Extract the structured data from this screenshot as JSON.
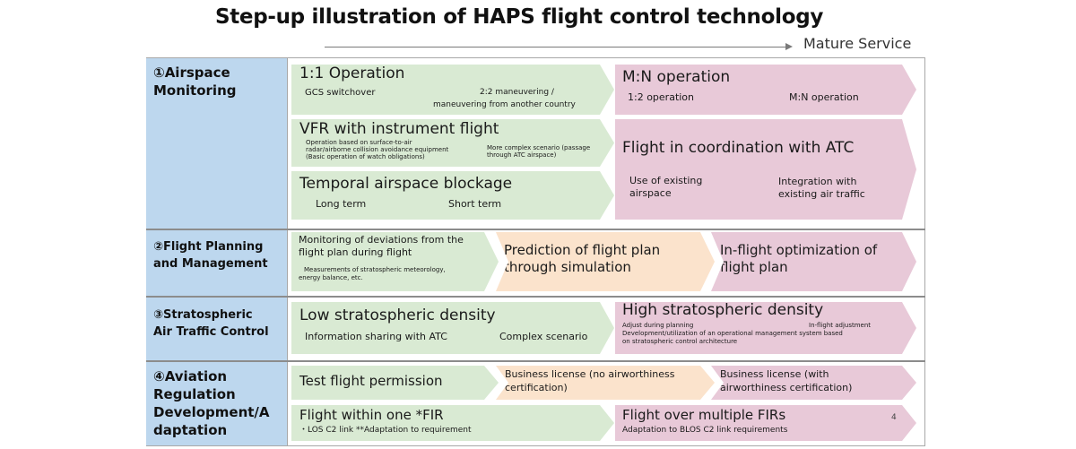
{
  "title": "Step-up illustration of HAPS flight control technology",
  "mature_label": "Mature Service",
  "page_number": "4",
  "rows": {
    "airspace": {
      "header": [
        "①Airspace",
        "Monitoring"
      ],
      "op_1to1": {
        "title": "1:1 Operation",
        "left": "GCS switchover",
        "right": [
          "2:2 maneuvering /",
          "maneuvering from another country"
        ]
      },
      "op_mn": {
        "title": "M:N operation",
        "left": "1:2 operation",
        "right": "M:N operation"
      },
      "vfr": {
        "title": "VFR with instrument flight",
        "left": [
          "Operation based on surface-to-air",
          "radar/airborne collision avoidance equipment",
          "(Basic operation of watch obligations)"
        ],
        "right": [
          "More complex scenario (passage",
          "through ATC airspace)"
        ]
      },
      "atc": {
        "title": "Flight in coordination with ATC",
        "left": [
          "Use of existing",
          "airspace"
        ],
        "right": [
          "Integration with",
          "existing air traffic"
        ]
      },
      "temporal": {
        "title": "Temporal airspace blockage",
        "left": "Long term",
        "right": "Short term"
      }
    },
    "planning": {
      "header": [
        "②Flight Planning",
        "and Management"
      ],
      "monitor": {
        "lines": [
          "Monitoring of deviations from the",
          "flight plan during flight"
        ],
        "sub": [
          "Measurements of stratospheric meteorology,",
          "energy balance, etc."
        ]
      },
      "prediction": {
        "lines": [
          "Prediction of flight plan",
          "through simulation"
        ]
      },
      "optimization": {
        "lines": [
          "In-flight optimization of",
          "flight plan"
        ]
      }
    },
    "stratospheric": {
      "header": [
        "③Stratospheric",
        "Air Traffic Control"
      ],
      "low": {
        "title": "Low stratospheric density",
        "left": "Information sharing with ATC",
        "right": "Complex scenario"
      },
      "high": {
        "title": "High stratospheric density",
        "a": "Adjust during planning",
        "b": "In-flight adjustment",
        "c": [
          "Development/utilization of an operational management system based",
          "on stratospheric control architecture"
        ]
      }
    },
    "regulation": {
      "header": [
        "④Aviation",
        "Regulation",
        "Development/A",
        "daptation"
      ],
      "test": {
        "title": "Test flight permission"
      },
      "biz_no": {
        "lines": [
          "Business license (no airworthiness",
          "certification)"
        ]
      },
      "biz_with": {
        "lines": [
          "Business license (with",
          "airworthiness certification)"
        ]
      },
      "fir_one": {
        "title": "Flight within one *FIR",
        "sub": "・LOS C2 link **Adaptation to requirement"
      },
      "fir_multi": {
        "title": "Flight over multiple FIRs",
        "sub": "Adaptation to BLOS C2 link requirements"
      }
    }
  }
}
